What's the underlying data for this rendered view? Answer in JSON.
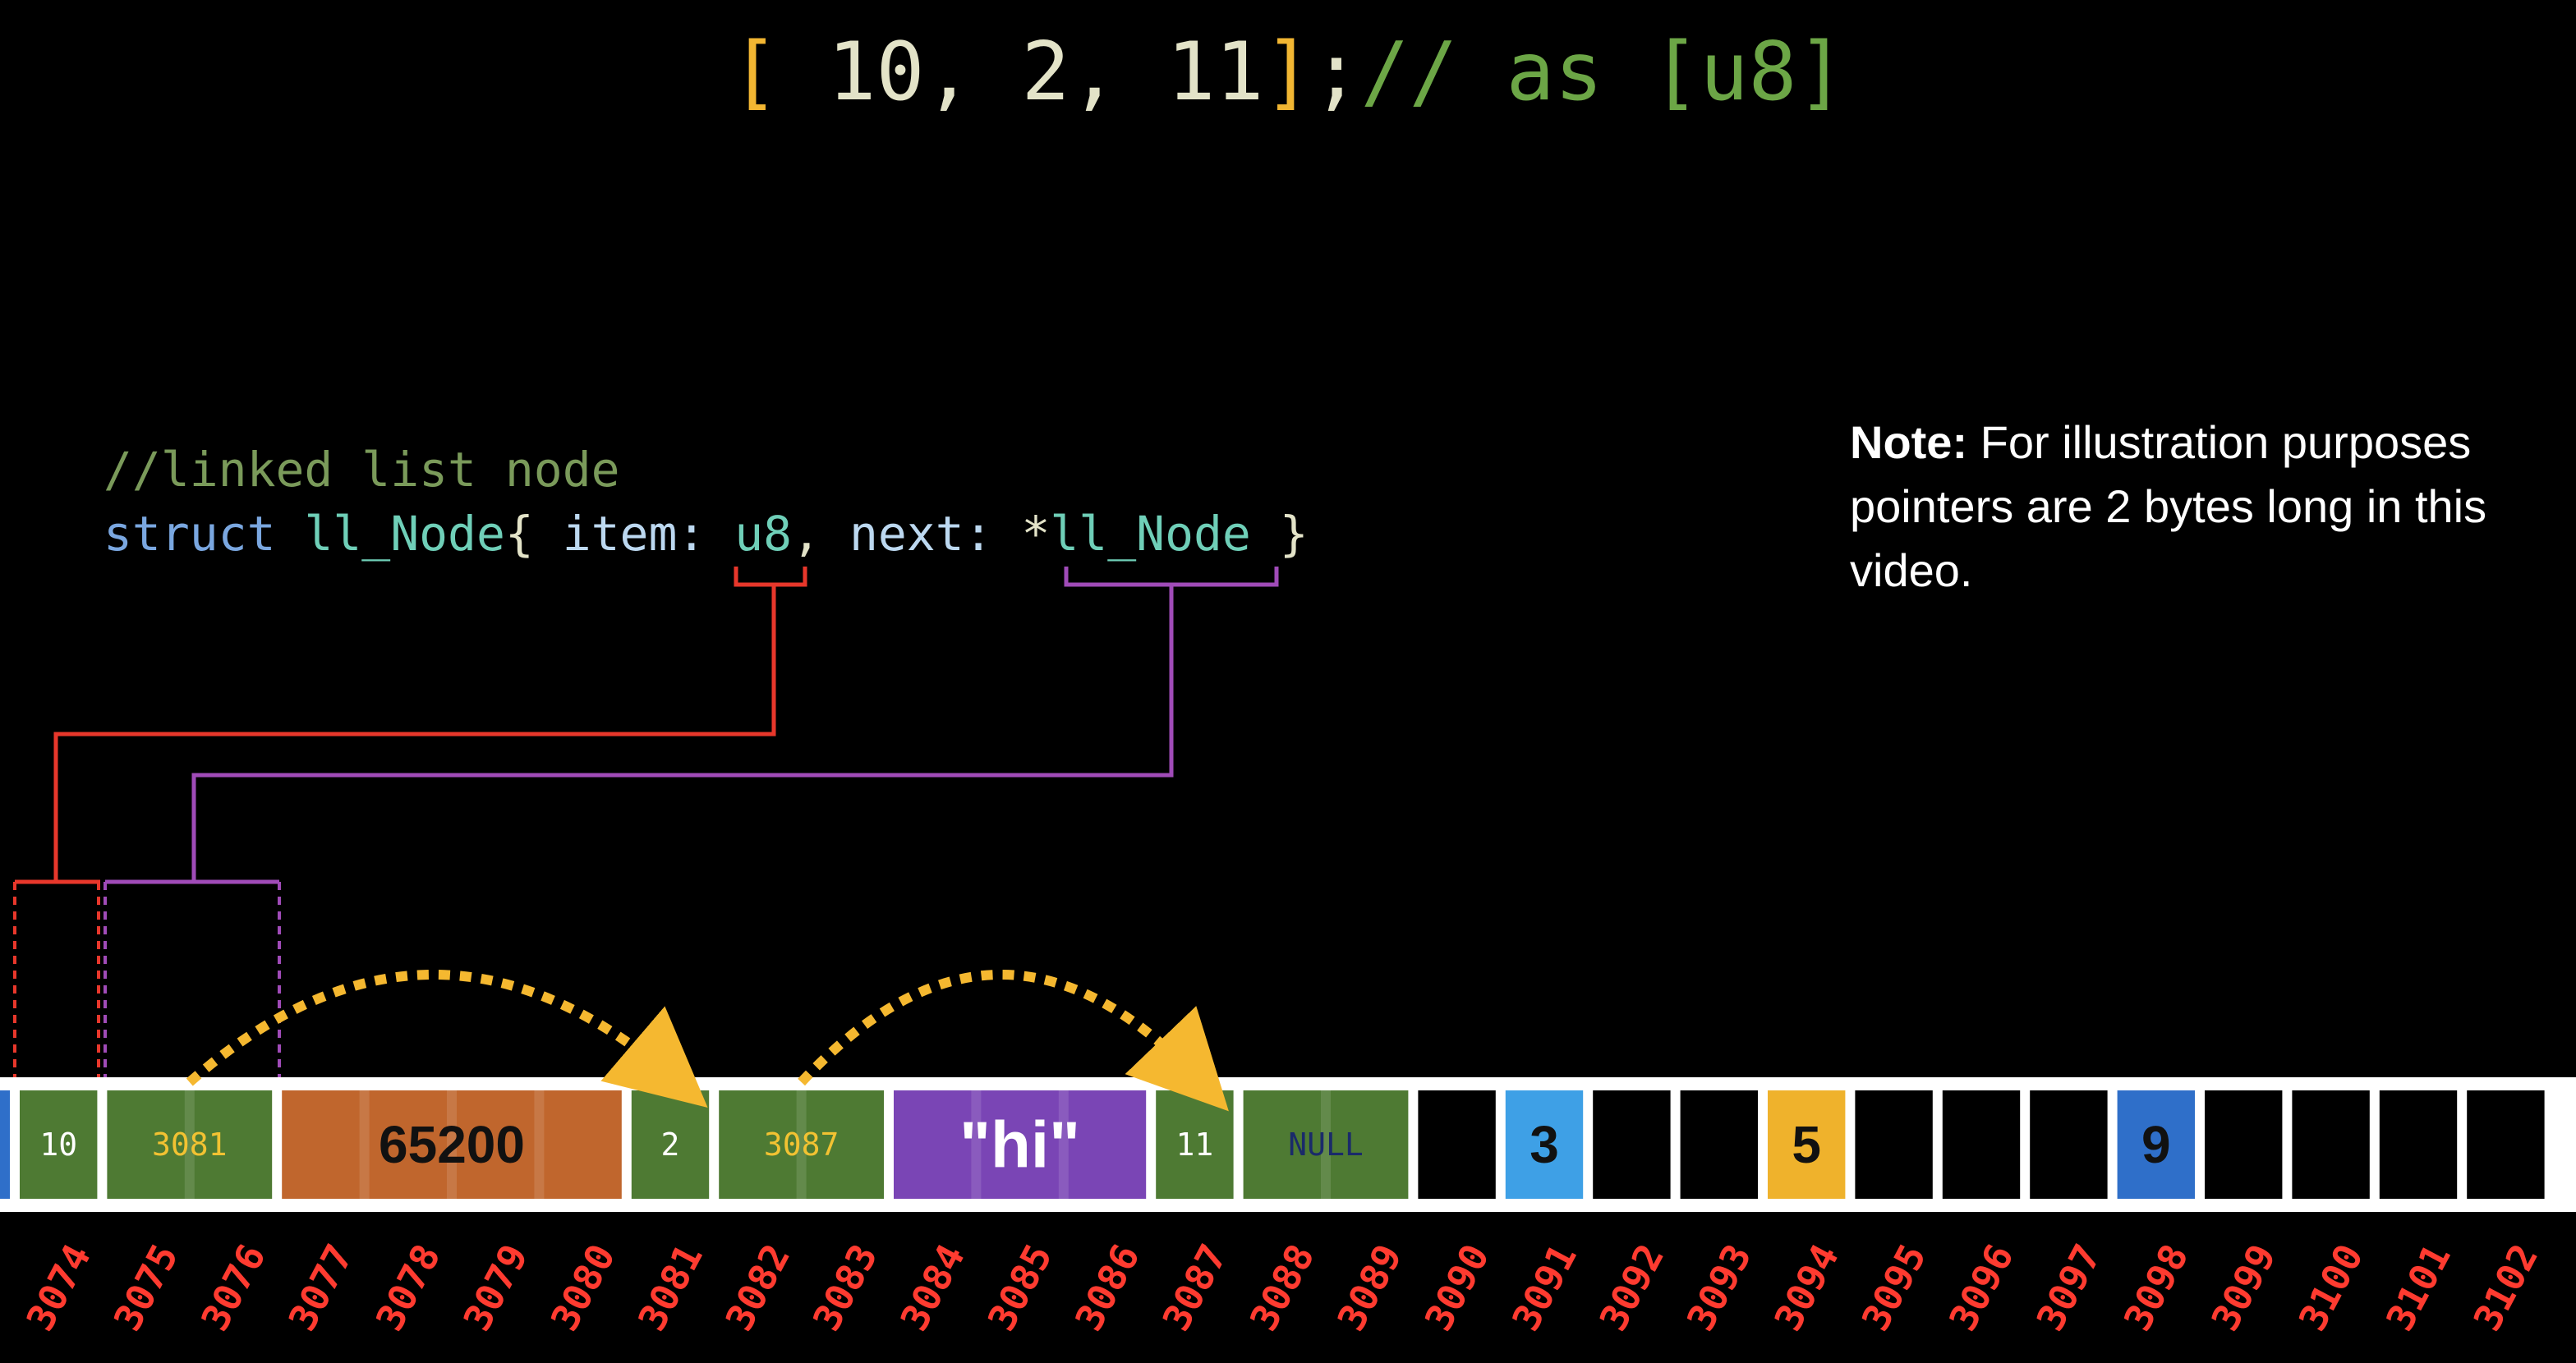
{
  "title_line": {
    "open": "[",
    "values": " 10, 2, 11",
    "close": "]",
    "semi": ";",
    "comment": "// as [u8]"
  },
  "code": {
    "comment": "//linked list node",
    "kw": "struct",
    "type_name": "ll_Node",
    "brace_open": "{",
    "field1": "item:",
    "type1": "u8",
    "comma": ",",
    "field2": "next:",
    "ptr": "*",
    "type2": "ll_Node",
    "brace_close": "}"
  },
  "note": {
    "label": "Note:",
    "text": "For illustration purposes pointers are 2 bytes long in this video."
  },
  "colors": {
    "green": "#4e7a33",
    "orange": "#c0662d",
    "purple": "#7a45b5",
    "light_blue": "#3ea0e6",
    "yellow": "#efb22c",
    "blue": "#2f6fc9",
    "black": "#000000",
    "red": "#e8372b",
    "magenta": "#a04bb8",
    "arrow": "#f5b830",
    "address": "#ff3b30"
  },
  "memory": {
    "first_address": 3074,
    "cells": [
      {
        "text": "10",
        "span": 1,
        "color": "green",
        "text_color": "#ffffff",
        "size": "small"
      },
      {
        "text": "3081",
        "span": 2,
        "color": "green",
        "text_color": "#f2c232",
        "size": "small"
      },
      {
        "text": "65200",
        "span": 4,
        "color": "orange",
        "text_color": "#111111",
        "size": "large"
      },
      {
        "text": "2",
        "span": 1,
        "color": "green",
        "text_color": "#ffffff",
        "size": "small"
      },
      {
        "text": "3087",
        "span": 2,
        "color": "green",
        "text_color": "#f2c232",
        "size": "small"
      },
      {
        "text": "\"hi\"",
        "span": 3,
        "color": "purple",
        "text_color": "#ffffff",
        "size": "xlarge"
      },
      {
        "text": "11",
        "span": 1,
        "color": "green",
        "text_color": "#ffffff",
        "size": "small"
      },
      {
        "text": "NULL",
        "span": 2,
        "color": "green",
        "text_color": "#1a2a6a",
        "size": "small"
      },
      {
        "text": "",
        "span": 1,
        "color": "black"
      },
      {
        "text": "3",
        "span": 1,
        "color": "light_blue",
        "text_color": "#111111",
        "size": "large"
      },
      {
        "text": "",
        "span": 1,
        "color": "black"
      },
      {
        "text": "",
        "span": 1,
        "color": "black"
      },
      {
        "text": "5",
        "span": 1,
        "color": "yellow",
        "text_color": "#111111",
        "size": "large"
      },
      {
        "text": "",
        "span": 1,
        "color": "black"
      },
      {
        "text": "",
        "span": 1,
        "color": "black"
      },
      {
        "text": "",
        "span": 1,
        "color": "black"
      },
      {
        "text": "9",
        "span": 1,
        "color": "blue",
        "text_color": "#111111",
        "size": "large"
      },
      {
        "text": "",
        "span": 1,
        "color": "black"
      },
      {
        "text": "",
        "span": 1,
        "color": "black"
      },
      {
        "text": "",
        "span": 1,
        "color": "black"
      },
      {
        "text": "",
        "span": 1,
        "color": "black"
      }
    ],
    "addresses": [
      "3074",
      "3075",
      "3076",
      "3077",
      "3078",
      "3079",
      "3080",
      "3081",
      "3082",
      "3083",
      "3084",
      "3085",
      "3086",
      "3087",
      "3088",
      "3089",
      "3090",
      "3091",
      "3092",
      "3093",
      "3094",
      "3095",
      "3096",
      "3097",
      "3098",
      "3099",
      "3100",
      "3101",
      "3102"
    ]
  },
  "pointer_arrows": [
    {
      "from_cell": 1,
      "to_address": "3081"
    },
    {
      "from_cell": 4,
      "to_address": "3087"
    }
  ]
}
